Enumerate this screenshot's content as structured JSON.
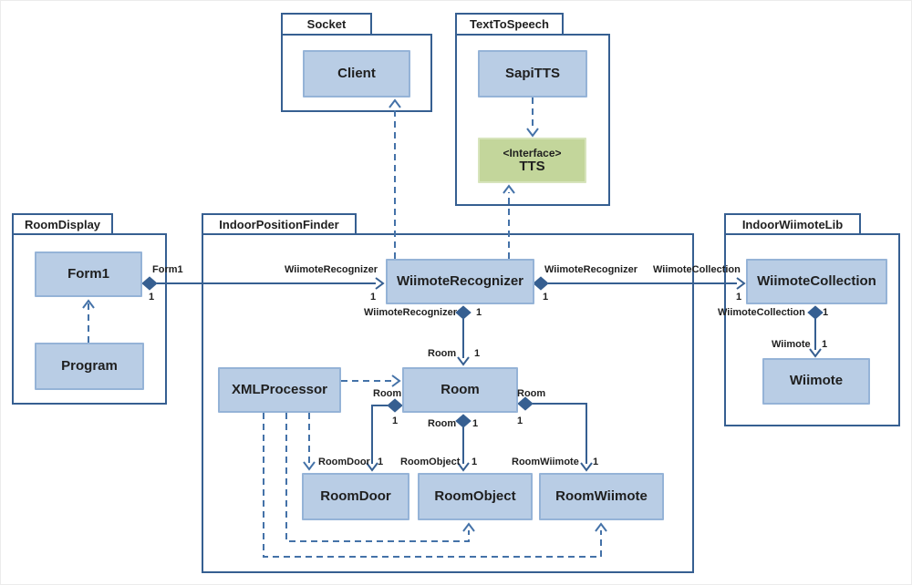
{
  "colors": {
    "class_fill": "#b9cde5",
    "class_border": "#95b3d7",
    "interface_fill": "#c3d69b",
    "interface_border": "#d7e4bc",
    "package_border": "#365f91",
    "solid_line": "#365f91",
    "dashed_line": "#4472a8",
    "text": "#1f1f1f",
    "background": "#ffffff"
  },
  "packages": {
    "socket": {
      "name": "Socket"
    },
    "text_to_speech": {
      "name": "TextToSpeech"
    },
    "room_display": {
      "name": "RoomDisplay"
    },
    "indoor_position_finder": {
      "name": "IndoorPositionFinder"
    },
    "indoor_wiimote_lib": {
      "name": "IndoorWiimoteLib"
    }
  },
  "classes": {
    "client": {
      "name": "Client"
    },
    "sapi_tts": {
      "name": "SapiTTS"
    },
    "tts": {
      "stereotype": "<Interface>",
      "name": "TTS"
    },
    "form1": {
      "name": "Form1"
    },
    "program": {
      "name": "Program"
    },
    "wiimote_recognizer": {
      "name": "WiimoteRecognizer"
    },
    "xml_processor": {
      "name": "XMLProcessor"
    },
    "room": {
      "name": "Room"
    },
    "room_door": {
      "name": "RoomDoor"
    },
    "room_object": {
      "name": "RoomObject"
    },
    "room_wiimote": {
      "name": "RoomWiimote"
    },
    "wiimote_collection": {
      "name": "WiimoteCollection"
    },
    "wiimote": {
      "name": "Wiimote"
    }
  },
  "edges": {
    "form1_to_wiimoterecognizer": {
      "source_role": "Form1",
      "source_mult": "1",
      "target_role": "WiimoteRecognizer",
      "target_mult": "1"
    },
    "wiimoterecognizer_to_wiimotecollection": {
      "source_role": "WiimoteRecognizer",
      "source_mult": "1",
      "target_role": "WiimoteCollection",
      "target_mult": "1"
    },
    "wiimoterecognizer_to_room": {
      "source_role": "WiimoteRecognizer",
      "source_mult": "1",
      "target_role": "Room",
      "target_mult": "1"
    },
    "room_to_roomdoor": {
      "source_role": "Room",
      "source_mult": "1",
      "target_role": "RoomDoor",
      "target_mult": "1"
    },
    "room_to_roomobject": {
      "source_role": "Room",
      "source_mult": "1",
      "target_role": "RoomObject",
      "target_mult": "1"
    },
    "room_to_roomwiimote": {
      "source_role": "Room",
      "source_mult": "1",
      "target_role": "RoomWiimote",
      "target_mult": "1"
    },
    "wiimotecollection_to_wiimote": {
      "source_role": "WiimoteCollection",
      "source_mult": "1",
      "target_role": "Wiimote",
      "target_mult": "1"
    }
  },
  "associations": [
    {
      "type": "composition",
      "from": "Form1",
      "to": "WiimoteRecognizer"
    },
    {
      "type": "composition",
      "from": "WiimoteRecognizer",
      "to": "WiimoteCollection"
    },
    {
      "type": "composition",
      "from": "WiimoteRecognizer",
      "to": "Room"
    },
    {
      "type": "composition",
      "from": "Room",
      "to": "RoomDoor"
    },
    {
      "type": "composition",
      "from": "Room",
      "to": "RoomObject"
    },
    {
      "type": "composition",
      "from": "Room",
      "to": "RoomWiimote"
    },
    {
      "type": "composition",
      "from": "WiimoteCollection",
      "to": "Wiimote"
    }
  ],
  "dependencies": [
    {
      "from": "Program",
      "to": "Form1"
    },
    {
      "from": "SapiTTS",
      "to": "TTS"
    },
    {
      "from": "WiimoteRecognizer",
      "to": "Client"
    },
    {
      "from": "WiimoteRecognizer",
      "to": "TTS"
    },
    {
      "from": "XMLProcessor",
      "to": "Room"
    },
    {
      "from": "XMLProcessor",
      "to": "RoomDoor"
    },
    {
      "from": "XMLProcessor",
      "to": "RoomObject"
    },
    {
      "from": "XMLProcessor",
      "to": "RoomWiimote"
    }
  ]
}
